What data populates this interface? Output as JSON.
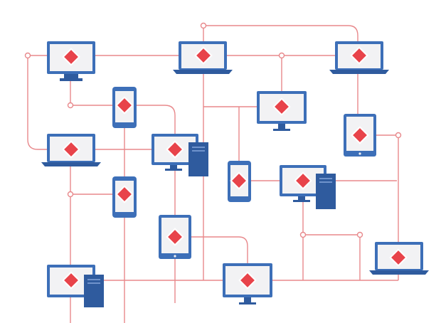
{
  "colors": {
    "line": "#e8898c",
    "node": "#e8434a",
    "node_stroke": "#ffffff",
    "device_dark": "#2f5b9e",
    "device_mid": "#3d6fb8",
    "screen": "#f2f2f4",
    "background": "#ffffff"
  },
  "devices": [
    {
      "name": "laptop-top-left",
      "kind": "laptop"
    },
    {
      "name": "laptop-top-center",
      "kind": "laptop"
    },
    {
      "name": "laptop-top-right",
      "kind": "laptop"
    },
    {
      "name": "phone-upper-left",
      "kind": "phone"
    },
    {
      "name": "monitor-upper-center",
      "kind": "monitor"
    },
    {
      "name": "tablet-right",
      "kind": "tablet"
    },
    {
      "name": "laptop-middle-left",
      "kind": "laptop"
    },
    {
      "name": "desktop-tower-center",
      "kind": "desktop"
    },
    {
      "name": "phone-center",
      "kind": "phone"
    },
    {
      "name": "desktop-tower-right",
      "kind": "desktop"
    },
    {
      "name": "phone-lower-left",
      "kind": "phone"
    },
    {
      "name": "tablet-lower-center",
      "kind": "tablet"
    },
    {
      "name": "laptop-lower-right",
      "kind": "laptop"
    },
    {
      "name": "desktop-tower-bottom-left",
      "kind": "desktop"
    },
    {
      "name": "monitor-bottom-center",
      "kind": "monitor"
    }
  ]
}
